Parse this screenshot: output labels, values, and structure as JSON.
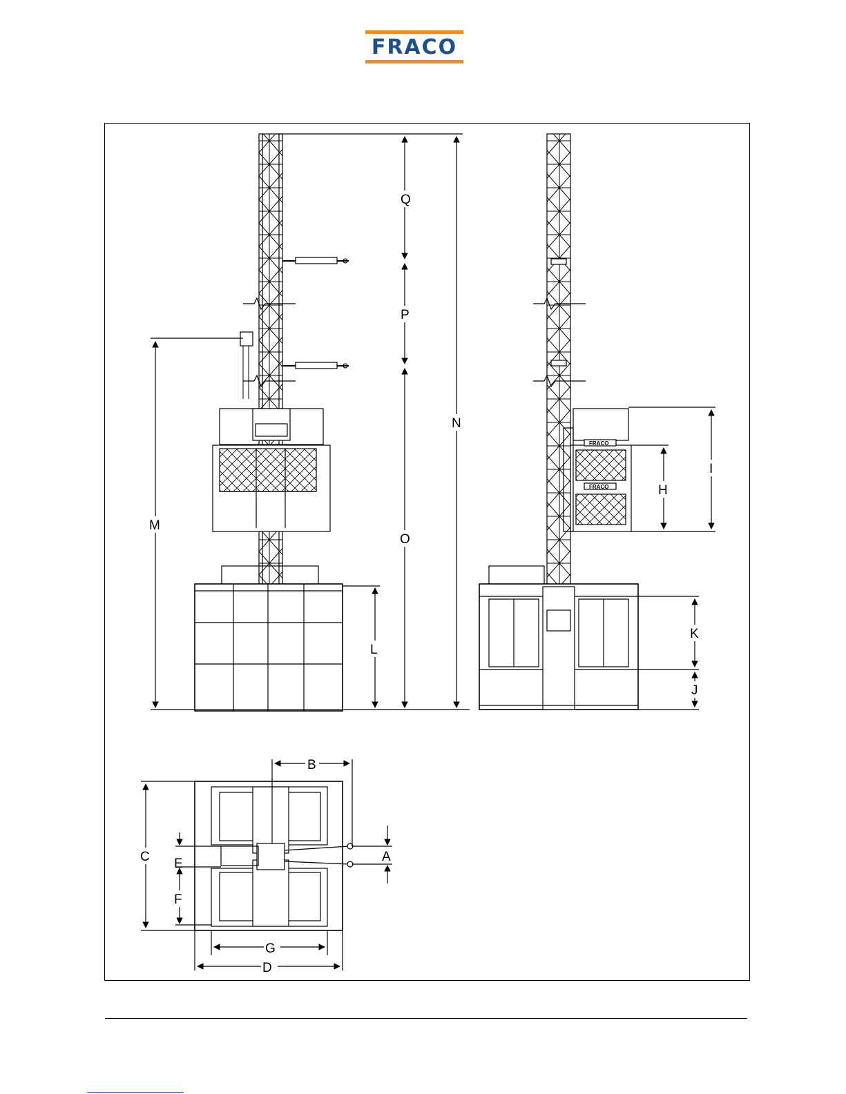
{
  "logo": {
    "text": "FRACO",
    "bar_color": "#f08c1e",
    "text_color": "#1f4e8c"
  },
  "dimension_labels": {
    "a": "A",
    "b": "B",
    "c": "C",
    "d": "D",
    "e": "E",
    "f": "F",
    "g": "G",
    "h": "H",
    "i": "I",
    "j": "J",
    "k": "K",
    "l": "L",
    "m": "M",
    "n": "N",
    "o": "O",
    "p": "P",
    "q": "Q"
  },
  "cage_plate_text": "FRACO"
}
